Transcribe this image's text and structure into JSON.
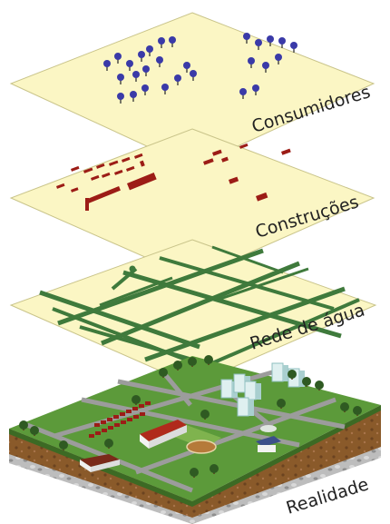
{
  "layers": [
    {
      "key": "consumers",
      "label": "Consumidores"
    },
    {
      "key": "buildings",
      "label": "Construções"
    },
    {
      "key": "water",
      "label": "Rede de água"
    },
    {
      "key": "reality",
      "label": "Realidade"
    }
  ],
  "colors": {
    "plane_fill": "#fbf6c4",
    "plane_edge": "#c9c48a",
    "connector": "#d8d38c",
    "consumer_marker": "#3a3aa8",
    "building": "#9c1c16",
    "pipe": "#3f7a3c",
    "grass": "#5c9a3a",
    "soil": "#8a5a2a",
    "road": "#9c9c9c"
  }
}
